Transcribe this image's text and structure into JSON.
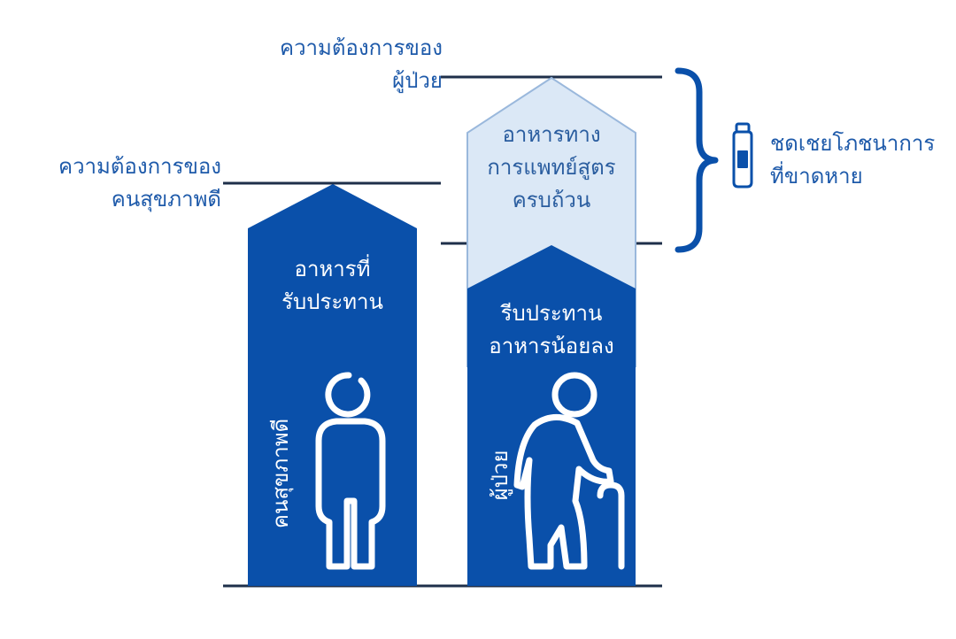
{
  "labels": {
    "patient_need": [
      "ความต้องการของ",
      "ผู้ป่วย"
    ],
    "healthy_need": [
      "ความต้องการของ",
      "คนสุขภาพดี"
    ],
    "medical_food": [
      "อาหารทาง",
      "การแพทย์สูตร",
      "ครบถ้วน"
    ],
    "healthy_intake": [
      "อาหารที่",
      "รับประทาน"
    ],
    "patient_intake": [
      "รีบประทาน",
      "อาหารน้อยลง"
    ],
    "compensate": [
      "ชดเชยโภชนาการ",
      "ที่ขาดหาย"
    ],
    "healthy_person": "คนสุขภาพดี",
    "patient_person": "ผู้ป่วย"
  },
  "colors": {
    "primary_blue": "#0a50aa",
    "light_blue": "#dbe8f6",
    "label_blue": "#1e5aaa",
    "line": "#1e2f4a"
  },
  "icons": [
    "healthy-person-icon",
    "elderly-person-with-cane-icon",
    "supplement-bottle-icon",
    "curly-brace-icon"
  ]
}
